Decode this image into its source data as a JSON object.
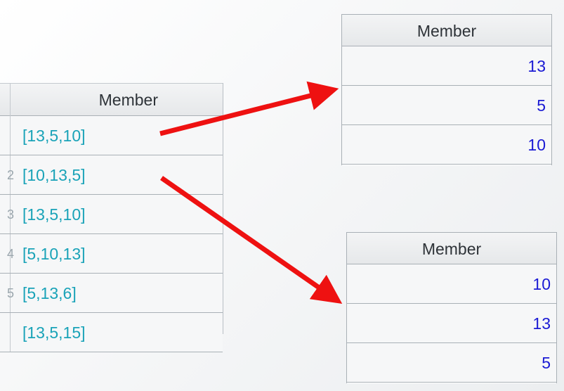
{
  "left_grid": {
    "header": "Member",
    "rows": [
      {
        "gutter": "",
        "value": "[13,5,10]"
      },
      {
        "gutter": "2",
        "value": "[10,13,5]"
      },
      {
        "gutter": "3",
        "value": "[13,5,10]"
      },
      {
        "gutter": "4",
        "value": "[5,10,13]"
      },
      {
        "gutter": "5",
        "value": "[5,13,6]"
      },
      {
        "gutter": "",
        "value": "[13,5,15]"
      }
    ]
  },
  "top_grid": {
    "header": "Member",
    "rows": [
      "13",
      "5",
      "10"
    ]
  },
  "bottom_grid": {
    "header": "Member",
    "rows": [
      "10",
      "13",
      "5"
    ]
  },
  "colors": {
    "arrow": "#ee1111",
    "sequence_text": "#1aa3b8",
    "number_text": "#1a1ad4"
  }
}
